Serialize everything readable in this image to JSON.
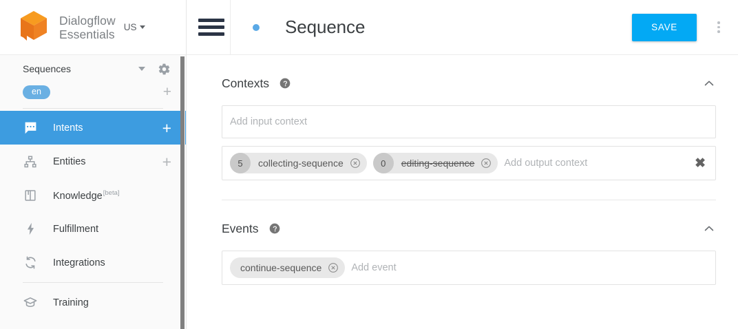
{
  "brand": {
    "logo_icon": "dialogflow-cube-logo",
    "name_line1": "Dialogflow",
    "name_line2": "Essentials",
    "region_label": "US",
    "region_caret_icon": "caret-down-icon"
  },
  "sidebar": {
    "agent": {
      "name": "Sequences",
      "dropdown_icon": "caret-down-icon",
      "settings_icon": "gear-icon"
    },
    "language": {
      "chip": "en",
      "add_icon": "plus-icon"
    },
    "items": [
      {
        "label": "Intents",
        "icon": "speech-bubble-icon",
        "active": true,
        "add_icon": "plus-icon",
        "badge": ""
      },
      {
        "label": "Entities",
        "icon": "org-chart-icon",
        "active": false,
        "add_icon": "plus-icon",
        "badge": ""
      },
      {
        "label": "Knowledge",
        "icon": "book-icon",
        "active": false,
        "add_icon": "",
        "badge": "[beta]"
      },
      {
        "label": "Fulfillment",
        "icon": "lightning-bolt-icon",
        "active": false,
        "add_icon": "",
        "badge": ""
      },
      {
        "label": "Integrations",
        "icon": "sync-arrows-icon",
        "active": false,
        "add_icon": "",
        "badge": ""
      },
      {
        "label": "Training",
        "icon": "graduation-cap-icon",
        "active": false,
        "add_icon": "",
        "badge": ""
      }
    ]
  },
  "topbar": {
    "menu_icon": "hamburger-menu-icon",
    "status_dot_icon": "status-dot-icon",
    "title": "Sequence",
    "save_label": "SAVE",
    "more_icon": "kebab-menu-icon"
  },
  "contexts": {
    "title": "Contexts",
    "help_icon": "help-circle-icon",
    "collapse_icon": "chevron-up-icon",
    "input_placeholder": "Add input context",
    "output_placeholder": "Add output context",
    "clear_icon": "close-x-icon",
    "output_chips": [
      {
        "lifespan": "5",
        "name": "collecting-sequence",
        "struck": false,
        "remove_icon": "circle-x-icon"
      },
      {
        "lifespan": "0",
        "name": "editing-sequence",
        "struck": true,
        "remove_icon": "circle-x-icon"
      }
    ]
  },
  "events": {
    "title": "Events",
    "help_icon": "help-circle-icon",
    "collapse_icon": "chevron-up-icon",
    "placeholder": "Add event",
    "chips": [
      {
        "name": "continue-sequence",
        "remove_icon": "circle-x-icon"
      }
    ]
  },
  "colors": {
    "accent_blue": "#03a9f4",
    "nav_active_blue": "#3d9ce0",
    "lang_chip_blue": "#6ab0e3",
    "logo_orange": "#ee8116",
    "status_dot": "#5aa9e6"
  }
}
